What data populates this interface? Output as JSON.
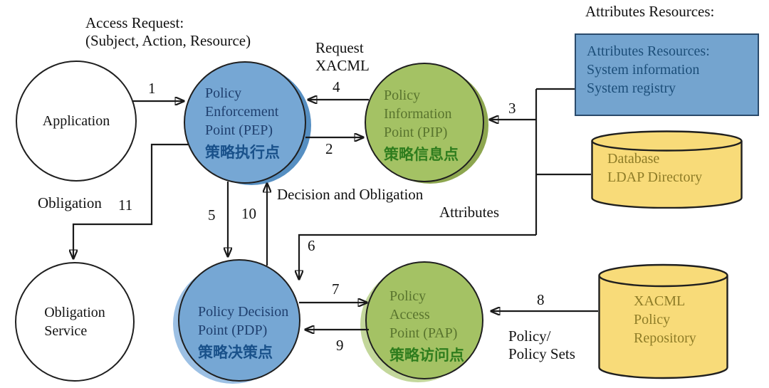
{
  "diagram": {
    "annotations": {
      "access_request": "Access Request:\n(Subject, Action, Resource)",
      "attributes_resources_heading": "Attributes Resources:",
      "request_xacml": "Request\nXACML",
      "decision_and_obligation": "Decision and Obligation",
      "attributes": "Attributes",
      "obligation": "Obligation",
      "policy_sets": "Policy/\nPolicy Sets"
    },
    "steps": {
      "n1": "1",
      "n2": "2",
      "n3": "3",
      "n4": "4",
      "n5": "5",
      "n6": "6",
      "n7": "7",
      "n8": "8",
      "n9": "9",
      "n10": "10",
      "n11": "11"
    },
    "nodes": {
      "application": {
        "label": "Application"
      },
      "pep": {
        "label": "Policy\nEnforcement\nPoint (PEP)",
        "label_zh": "策略执行点"
      },
      "pip": {
        "label": "Policy\nInformation\nPoint (PIP)",
        "label_zh": "策略信息点"
      },
      "obligation_service": {
        "label": "Obligation\nService"
      },
      "pdp": {
        "label": "Policy Decision\nPoint (PDP)",
        "label_zh": "策略决策点"
      },
      "pap": {
        "label": "Policy\nAccess\nPoint (PAP)",
        "label_zh": "策略访问点"
      },
      "attributes_resources_box": {
        "label": "Attributes Resources:\nSystem information\nSystem registry"
      },
      "database": {
        "label": "Database\nLDAP Directory"
      },
      "xacml_repository": {
        "label": "XACML\nPolicy\nRepository"
      }
    },
    "colors": {
      "node_blue": "#76a7d4",
      "node_green": "#a4c264",
      "box_blue": "#74a4cf",
      "cylinder_yellow": "#f8db79",
      "text_blue": "#1f3f6e",
      "text_green": "#59742e",
      "text_yellow": "#8e7c27",
      "line_black": "#1a1a1a"
    }
  }
}
